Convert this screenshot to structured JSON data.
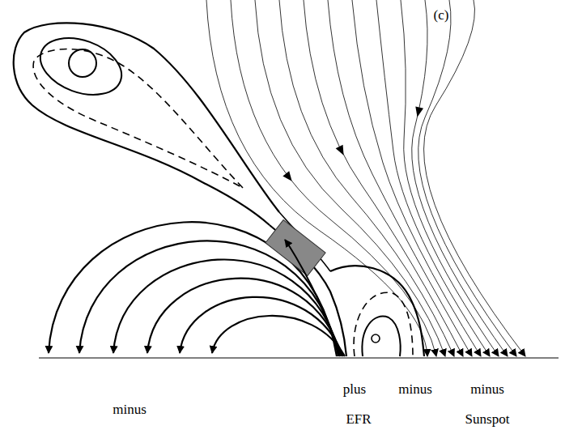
{
  "diagram": {
    "labels": [
      "(c)",
      "minus",
      "plus",
      "minus",
      "minus",
      "EFR",
      "Sunspot"
    ]
  }
}
